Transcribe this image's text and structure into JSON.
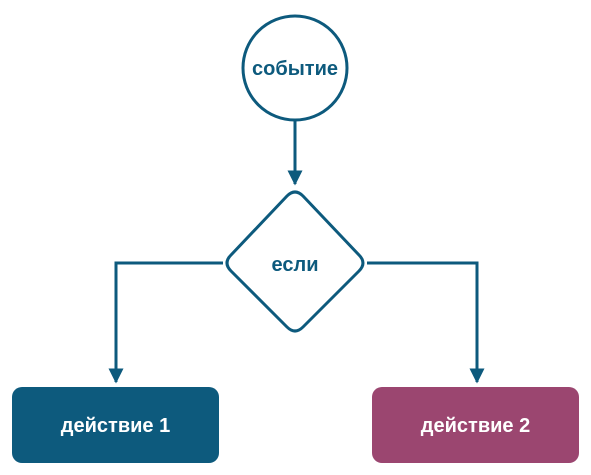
{
  "diagram": {
    "nodes": {
      "event": {
        "label": "событие"
      },
      "condition": {
        "label": "если"
      },
      "action1": {
        "label": "действие 1"
      },
      "action2": {
        "label": "действие 2"
      }
    },
    "colors": {
      "stroke": "#0d5a7d",
      "text": "#0d5a7d",
      "action1_fill": "#0d5a7d",
      "action2_fill": "#9b4670",
      "action_text": "#ffffff",
      "background": "#ffffff"
    }
  }
}
